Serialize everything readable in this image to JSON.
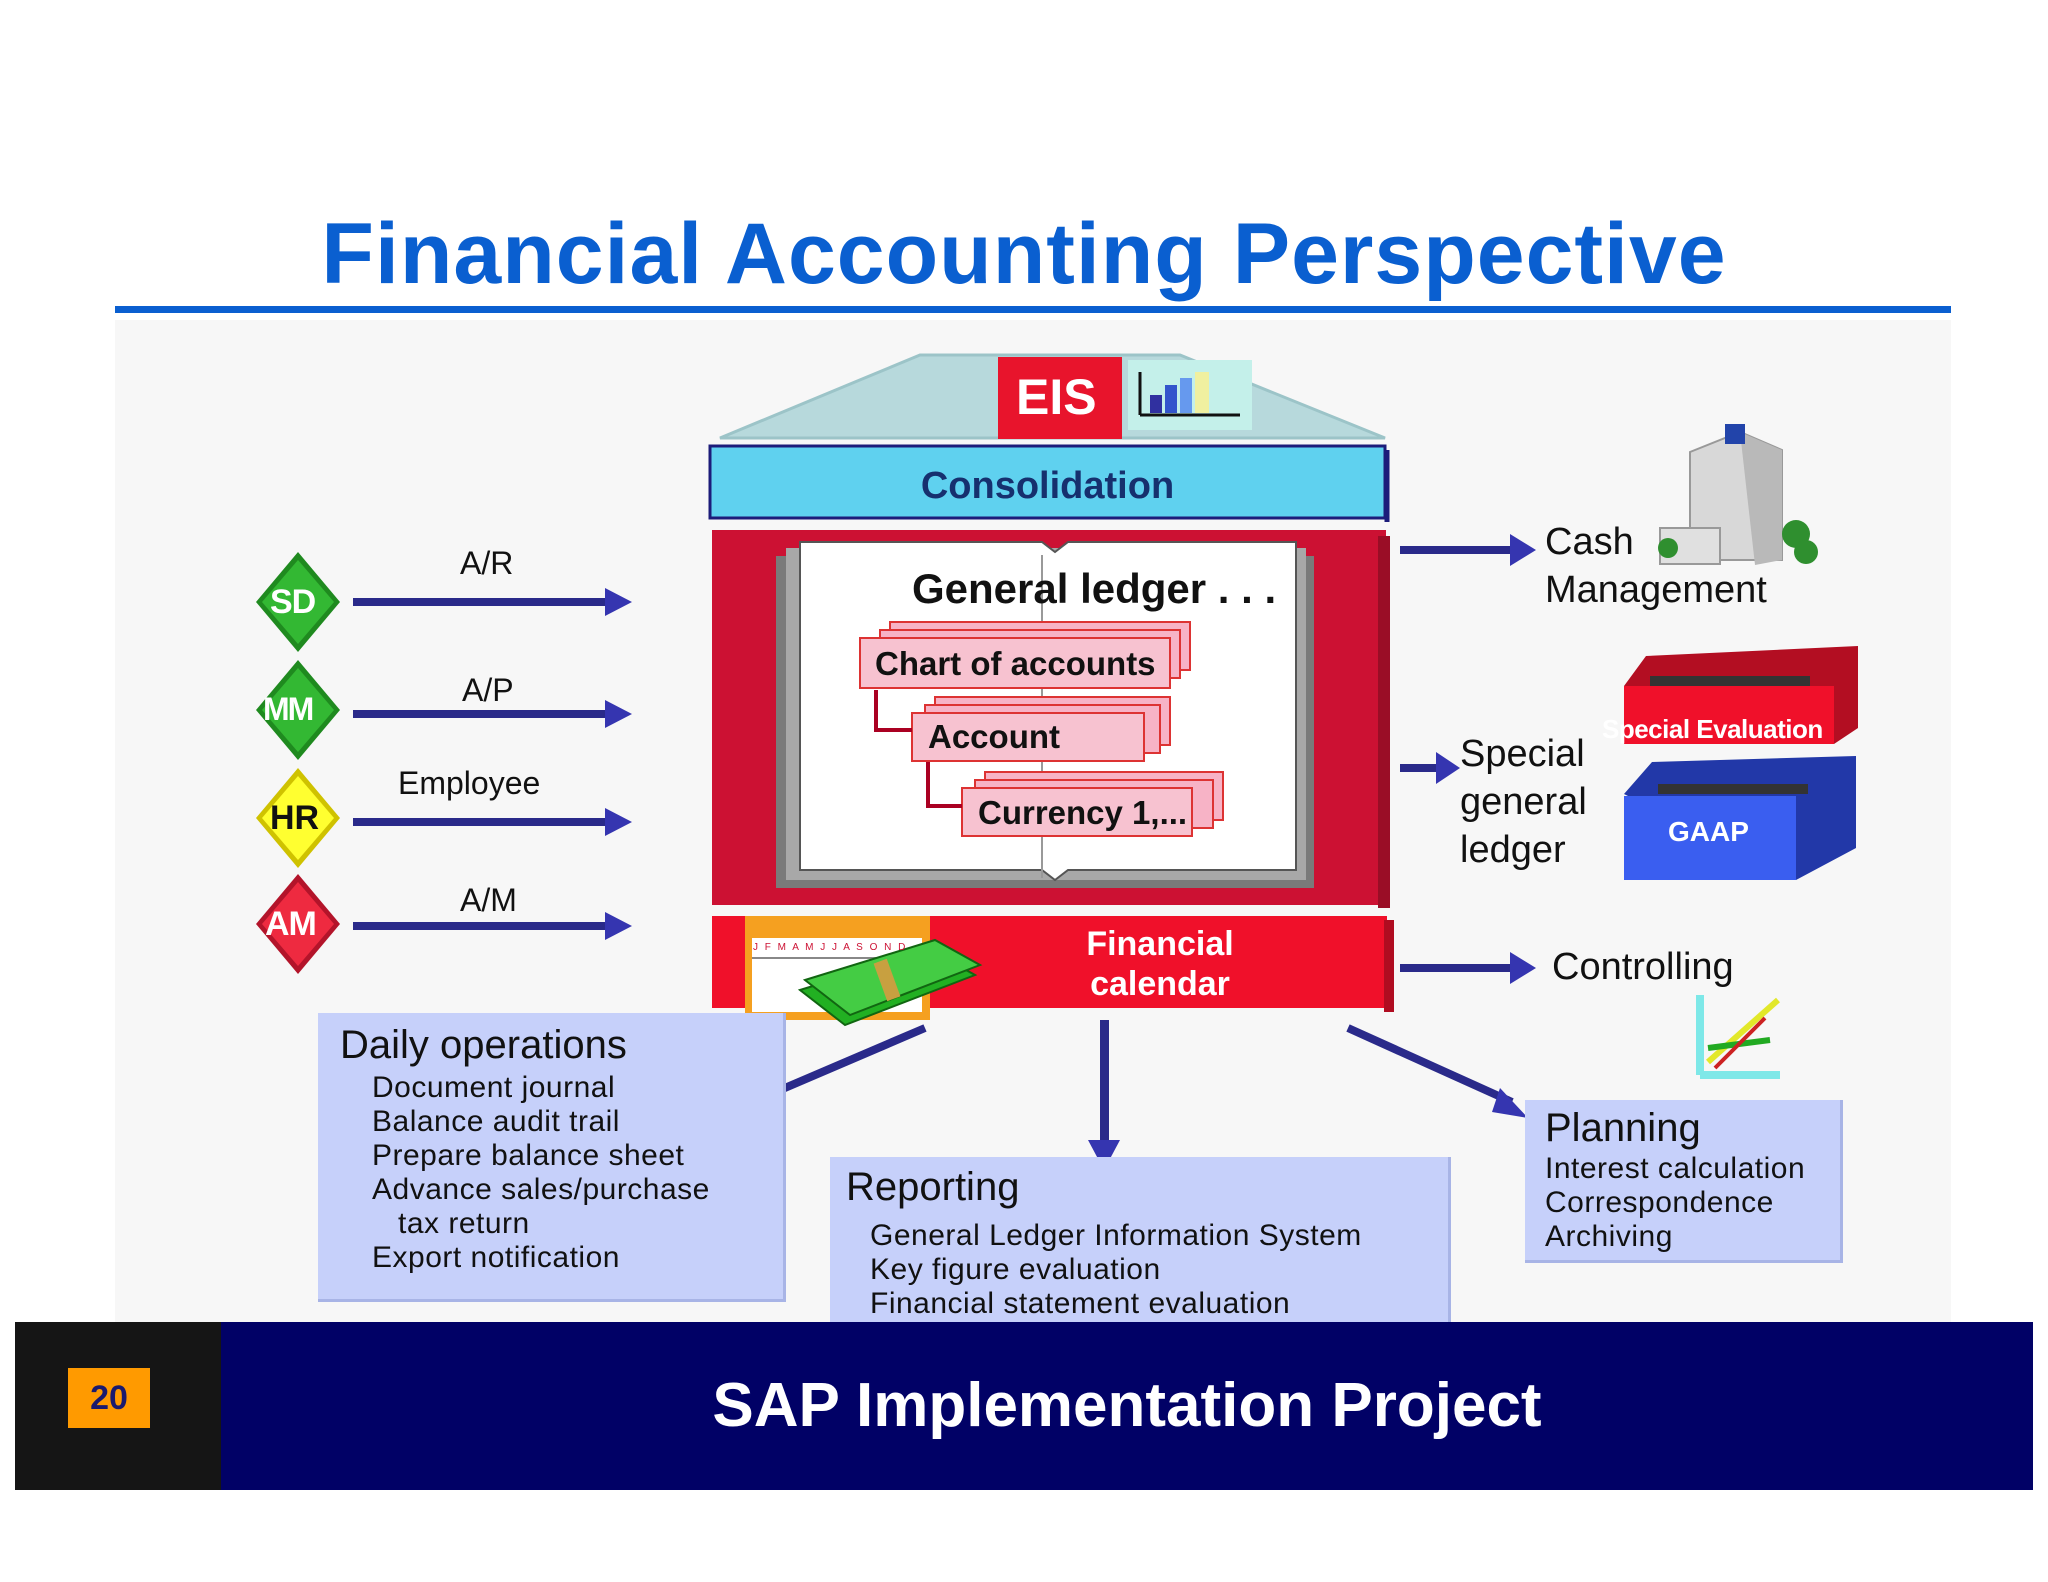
{
  "title": "Financial Accounting Perspective",
  "footer": {
    "page_number": "20",
    "title": "SAP Implementation Project"
  },
  "colors": {
    "title_blue": "#0a5fd0",
    "footer_navy": "#010166",
    "core_red": "#cc1133",
    "box_lilac": "#c6d0fa",
    "arrow_navy": "#2a2a8a"
  },
  "modules": [
    {
      "code": "SD",
      "flow_label": "A/R",
      "color": "#2aa02a",
      "icon": "diamond-sd-icon"
    },
    {
      "code": "MM",
      "flow_label": "A/P",
      "color": "#2aa02a",
      "icon": "diamond-mm-icon"
    },
    {
      "code": "HR",
      "flow_label": "Employee",
      "color": "#f2e600",
      "icon": "diamond-hr-icon"
    },
    {
      "code": "AM",
      "flow_label": "A/M",
      "color": "#e0203a",
      "icon": "diamond-am-icon"
    }
  ],
  "core": {
    "eis": "EIS",
    "consolidation": "Consolidation",
    "general_ledger": "General ledger . . .",
    "chart_of_accounts": "Chart of accounts",
    "account": "Account",
    "currency": "Currency 1,...",
    "financial_calendar": "Financial\ncalendar",
    "calendar_months": "J F M A M J J A S O N D"
  },
  "outputs": {
    "cash_management": "Cash\nManagement",
    "special_gl": "Special\ngeneral\nledger",
    "special_evaluation": "Special Evaluation",
    "gaap": "GAAP",
    "controlling": "Controlling"
  },
  "daily_operations": {
    "heading": "Daily operations",
    "items": [
      "Document journal",
      "Balance audit trail",
      "Prepare balance sheet",
      "Advance sales/purchase",
      "tax return",
      "Export notification"
    ]
  },
  "reporting": {
    "heading": "Reporting",
    "items": [
      "General Ledger Information System",
      "Key figure evaluation",
      "Financial statement evaluation"
    ]
  },
  "planning": {
    "heading": "Planning",
    "items": [
      "Interest calculation",
      "Correspondence",
      "Archiving"
    ]
  }
}
